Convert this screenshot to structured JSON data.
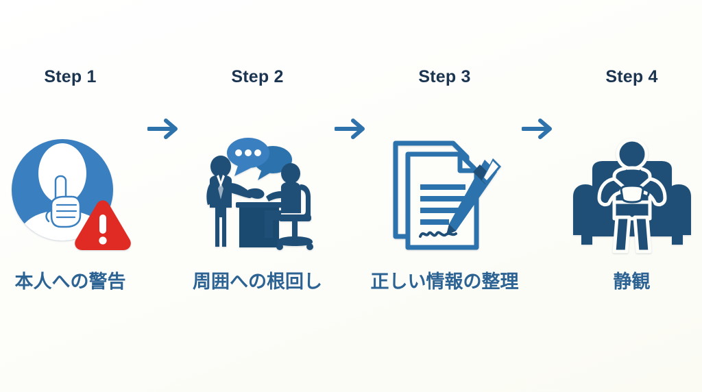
{
  "background_color": "#fdfdfa",
  "palette": {
    "heading_text": "#1b3450",
    "label_text": "#2c6393",
    "arrow_blue": "#2e72ab",
    "icon_blue_light": "#3a7fbf",
    "icon_blue_mid": "#2c72ac",
    "icon_blue_dark": "#1d4f78",
    "icon_navy": "#1f4f77",
    "warning_red": "#e02b24",
    "white": "#ffffff"
  },
  "steps": [
    {
      "heading": "Step 1",
      "label": "本人への警告",
      "icon_name": "shush-person-warning-icon",
      "icon_description": "blue circle with white silhouette making a quiet gesture and a red warning triangle"
    },
    {
      "heading": "Step 2",
      "label": "周囲への根回し",
      "icon_name": "two-people-discussion-icon",
      "icon_description": "two people talking at a desk with speech bubbles"
    },
    {
      "heading": "Step 3",
      "label": "正しい情報の整理",
      "icon_name": "document-pen-signature-icon",
      "icon_description": "stacked documents with a pen and signature"
    },
    {
      "heading": "Step 4",
      "label": "静観",
      "icon_name": "person-relaxing-armchair-icon",
      "icon_description": "person sitting in an armchair holding a steaming cup"
    }
  ],
  "arrows": [
    {
      "icon_name": "arrow-right-icon",
      "between": "step-1-to-step-2"
    },
    {
      "icon_name": "arrow-right-icon",
      "between": "step-2-to-step-3"
    },
    {
      "icon_name": "arrow-right-icon",
      "between": "step-3-to-step-4"
    }
  ]
}
